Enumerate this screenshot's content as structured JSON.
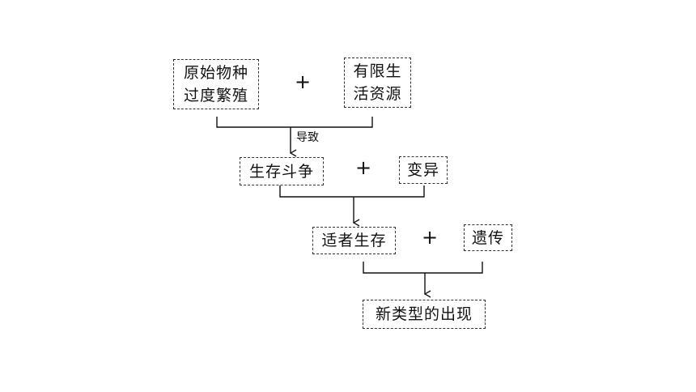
{
  "row1": {
    "left_box": [
      "原始物种",
      "过度繁殖"
    ],
    "operator": "+",
    "right_box": [
      "有限生",
      "活资源"
    ],
    "arrow_label": "导致"
  },
  "row2": {
    "left_box": "生存斗争",
    "operator": "+",
    "right_box": "变异"
  },
  "row3": {
    "left_box": "适者生存",
    "operator": "+",
    "right_box": "遗传"
  },
  "result": "新类型的出现"
}
